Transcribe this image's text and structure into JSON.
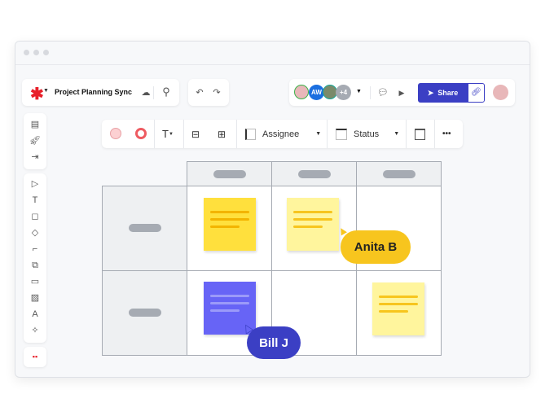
{
  "header": {
    "title": "Project Planning Sync",
    "avatar_initials": "AW",
    "more_collaborators": "+4",
    "share_label": "Share"
  },
  "toolbar": {
    "assignee_label": "Assignee",
    "status_label": "Status",
    "text_label": "T",
    "more_label": "•••"
  },
  "collaborators": [
    {
      "name": "Anita B",
      "color": "#f7c51e"
    },
    {
      "name": "Bill J",
      "color": "#3b3fc4"
    }
  ],
  "colors": {
    "accent": "#3b3fc4",
    "sticky_yellow": "#ffe03d",
    "sticky_light": "#fff59d",
    "sticky_purple": "#6764f6"
  }
}
